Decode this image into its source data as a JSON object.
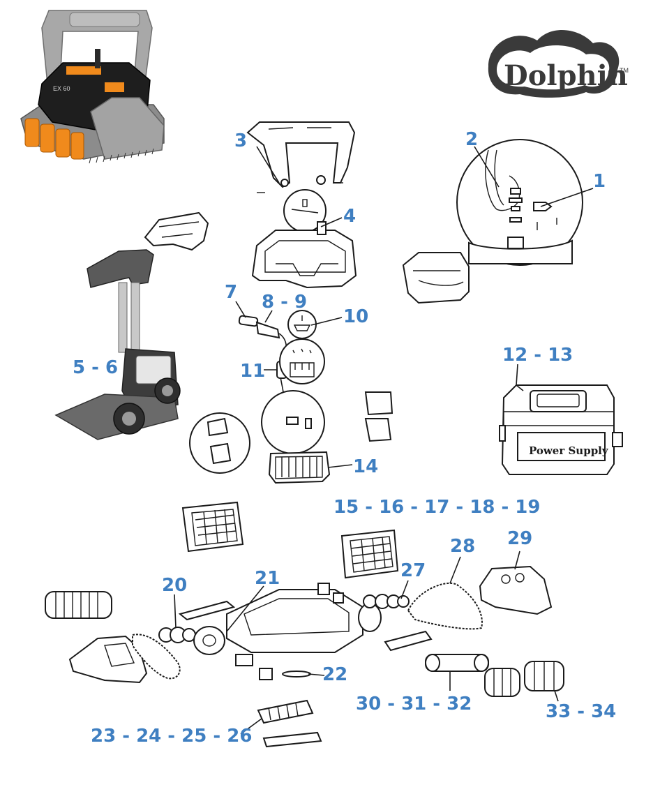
{
  "brand": {
    "logo_text": "Dolphin",
    "trademark": "TM"
  },
  "colors": {
    "label": "#3f7fc1",
    "line": "#1a1a1a",
    "logo_dark": "#3a3a3a",
    "robot_orange": "#f08a1c",
    "robot_gray": "#9a9a9a",
    "robot_black": "#1e1e1e"
  },
  "photo_badges": {
    "robot_model": "EX 60",
    "power_supply": "Power Supply"
  },
  "part_labels": {
    "p1": "1",
    "p2": "2",
    "p3": "3",
    "p4": "4",
    "p5_6": "5 - 6",
    "p7": "7",
    "p8_9": "8 - 9",
    "p10": "10",
    "p11": "11",
    "p12_13": "12 - 13",
    "p14": "14",
    "p15_19": "15 - 16 - 17 - 18 - 19",
    "p20": "20",
    "p21": "21",
    "p22": "22",
    "p23_26": "23 - 24 - 25 - 26",
    "p27": "27",
    "p28": "28",
    "p29": "29",
    "p30_32": "30 - 31 - 32",
    "p33_34": "33 - 34"
  }
}
